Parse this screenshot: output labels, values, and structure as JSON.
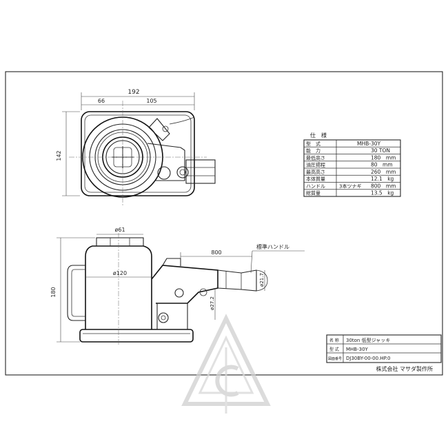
{
  "dimensions": {
    "top_width": "192",
    "top_left": "66",
    "top_right": "105",
    "top_depth": "142",
    "side_height": "180",
    "ram_dia": "ø61",
    "body_dia": "ø120",
    "handle_length": "800",
    "handle_label": "標準ハンドル",
    "handle_dia": "ø21.7",
    "socket_dia": "ø27.2"
  },
  "spec": {
    "title": "仕　様",
    "rows": [
      {
        "label": "型　式",
        "value": "MHB-30Y",
        "note": ""
      },
      {
        "label": "能　力",
        "value": "30 TON",
        "note": ""
      },
      {
        "label": "最低高さ",
        "value": "180　mm",
        "note": ""
      },
      {
        "label": "油圧揚程",
        "value": "80　mm",
        "note": ""
      },
      {
        "label": "最高高さ",
        "value": "260　mm",
        "note": ""
      },
      {
        "label": "本体質量",
        "value": "12.1　kg",
        "note": ""
      },
      {
        "label": "ハンドル",
        "value": "800　mm",
        "note": "3本ツナギ"
      },
      {
        "label": "総質量",
        "value": "13.5　kg",
        "note": ""
      }
    ]
  },
  "title_block": {
    "name_label": "名 称",
    "name_value": "30ton 低型ジャッキ",
    "model_label": "型 式",
    "model_value": "MHB-30Y",
    "drawing_label": "図面番号",
    "drawing_value": "DJ30BY-00-00.HP.0",
    "company": "株式会社 マサダ製作所"
  }
}
